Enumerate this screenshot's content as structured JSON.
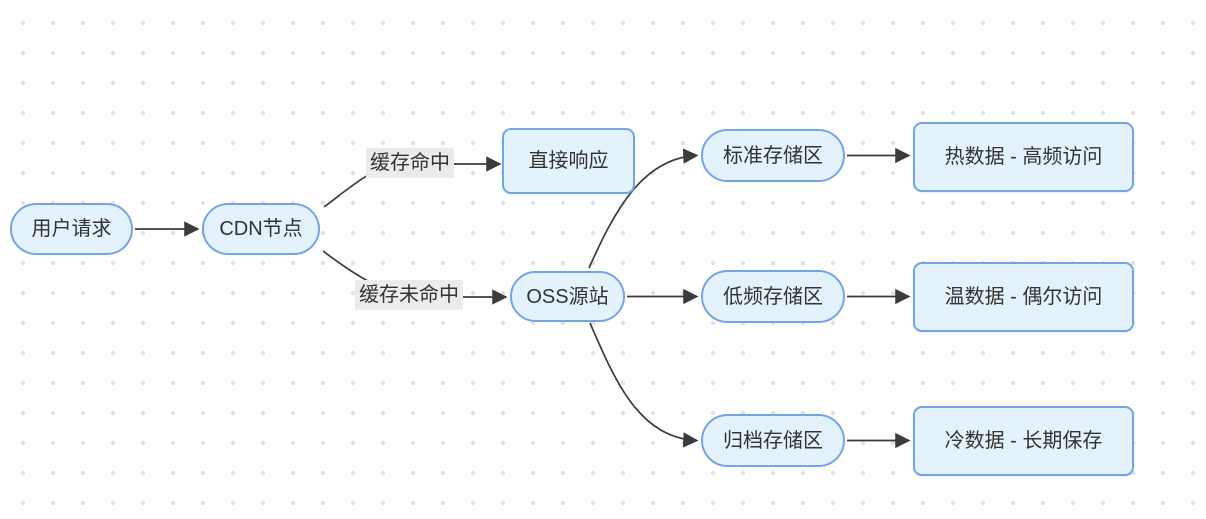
{
  "diagram": {
    "nodes": [
      {
        "id": "user-request",
        "label": "用户请求",
        "shape": "stadium"
      },
      {
        "id": "cdn-node",
        "label": "CDN节点",
        "shape": "stadium"
      },
      {
        "id": "direct-response",
        "label": "直接响应",
        "shape": "rect"
      },
      {
        "id": "oss-origin",
        "label": "OSS源站",
        "shape": "stadium"
      },
      {
        "id": "standard-storage",
        "label": "标准存储区",
        "shape": "stadium"
      },
      {
        "id": "low-frequency-storage",
        "label": "低频存储区",
        "shape": "stadium"
      },
      {
        "id": "archive-storage",
        "label": "归档存储区",
        "shape": "stadium"
      },
      {
        "id": "hot-data",
        "label": "热数据 - 高频访问",
        "shape": "rect"
      },
      {
        "id": "warm-data",
        "label": "温数据 - 偶尔访问",
        "shape": "rect"
      },
      {
        "id": "cold-data",
        "label": "冷数据 - 长期保存",
        "shape": "rect"
      }
    ],
    "edge_labels": [
      {
        "text": "缓存命中"
      },
      {
        "text": "缓存未命中"
      }
    ],
    "edges": [
      {
        "from": "user-request",
        "to": "cdn-node",
        "label": ""
      },
      {
        "from": "cdn-node",
        "to": "direct-response",
        "label": "缓存命中"
      },
      {
        "from": "cdn-node",
        "to": "oss-origin",
        "label": "缓存未命中"
      },
      {
        "from": "oss-origin",
        "to": "standard-storage",
        "label": ""
      },
      {
        "from": "oss-origin",
        "to": "low-frequency-storage",
        "label": ""
      },
      {
        "from": "oss-origin",
        "to": "archive-storage",
        "label": ""
      },
      {
        "from": "standard-storage",
        "to": "hot-data",
        "label": ""
      },
      {
        "from": "low-frequency-storage",
        "to": "warm-data",
        "label": ""
      },
      {
        "from": "archive-storage",
        "to": "cold-data",
        "label": ""
      }
    ],
    "colors": {
      "node_fill": "#e4f2fc",
      "node_border": "#74a3ec",
      "edge_stroke": "#3b3b3b",
      "edge_label_background": "#ebebeb",
      "text": "#333333",
      "background_dot": "#e2e2e2"
    }
  }
}
